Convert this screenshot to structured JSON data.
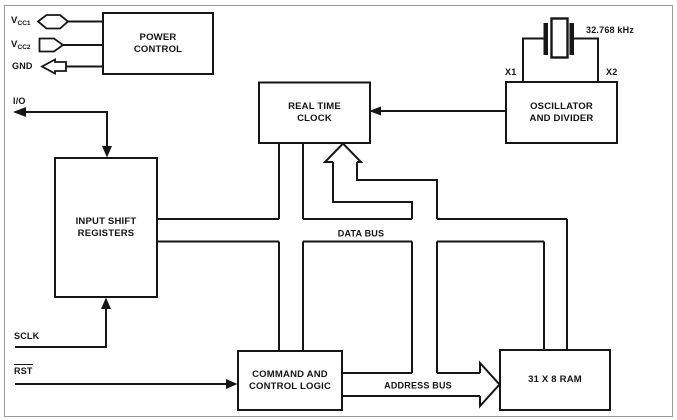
{
  "diagram_title": "real-time-clock-block-diagram",
  "blocks": {
    "power": {
      "line1": "POWER",
      "line2": "CONTROL"
    },
    "rtc": {
      "line1": "REAL TIME",
      "line2": "CLOCK"
    },
    "osc": {
      "line1": "OSCILLATOR",
      "line2": "AND DIVIDER"
    },
    "isr": {
      "line1": "INPUT SHIFT",
      "line2": "REGISTERS"
    },
    "cmd": {
      "line1": "COMMAND AND",
      "line2": "CONTROL LOGIC"
    },
    "ram": {
      "line1": "31 X 8 RAM"
    }
  },
  "pins": {
    "vcc1": {
      "base": "V",
      "sub": "CC1"
    },
    "vcc2": {
      "base": "V",
      "sub": "CC2"
    },
    "gnd": {
      "label": "GND"
    },
    "io": {
      "label": "I/O"
    },
    "sclk": {
      "label": "SCLK"
    },
    "rst": {
      "label": "RST"
    }
  },
  "crystal": {
    "frequency": "32.768 kHz",
    "x1": "X1",
    "x2": "X2"
  },
  "buses": {
    "data": "DATA BUS",
    "address": "ADDRESS BUS"
  },
  "colors": {
    "line": "#161616",
    "background": "#ffffff",
    "frame_border": "#9b9b9b"
  }
}
